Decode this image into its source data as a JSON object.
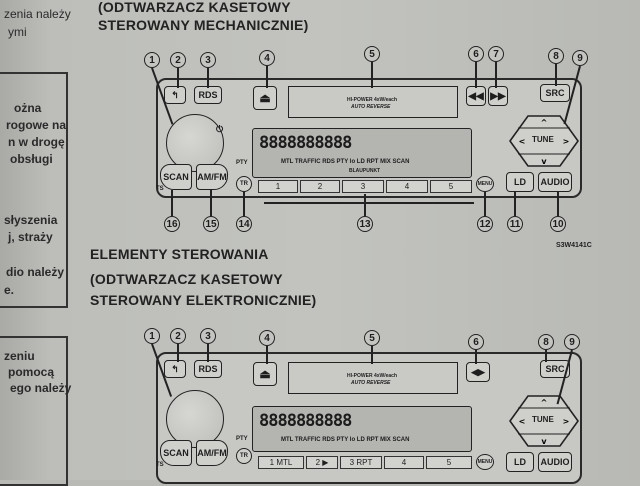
{
  "left_column": {
    "lines": [
      "zenia należy",
      "ymi",
      "ożna",
      "rogowe na",
      "n w drogę",
      "obsługi",
      "słyszenia",
      "j, straży",
      "dio należy",
      "e.",
      "zeniu",
      "pomocą",
      "ego należy"
    ]
  },
  "diagram1": {
    "heading_line1": "(ODTWARZACZ KASETOWY",
    "heading_line2": "STEROWANY MECHANICZNIE)",
    "code": "S3W4141C"
  },
  "diagram2": {
    "heading_line1": "ELEMENTY STEROWANIA",
    "heading_line2": "(ODTWARZACZ KASETOWY",
    "heading_line3": "STEROWANY ELEKTRONICZNIE)"
  },
  "callouts_top": [
    "1",
    "2",
    "3",
    "4",
    "5",
    "6",
    "7",
    "8",
    "9"
  ],
  "callouts_bottom": [
    "16",
    "15",
    "14",
    "13",
    "12",
    "11",
    "10"
  ],
  "callouts_d2": [
    "1",
    "2",
    "3",
    "4",
    "5",
    "6",
    "8",
    "9"
  ],
  "radio": {
    "rds": "RDS",
    "src": "SRC",
    "scan": "SCAN",
    "amfm": "AM/FM",
    "tr": "TR",
    "pty": "PTY",
    "ts": "TS",
    "menu": "MENU",
    "ld": "LD",
    "audio": "AUDIO",
    "tune": "TUNE",
    "slot_line1": "HI-POWER 4xW/each",
    "slot_line2": "AUTO REVERSE",
    "segments": "8888888888",
    "indicators": "MTL  TRAFFIC RDS  PTY  lo  LD  RPT  MIX  SCAN",
    "brand": "BLAUPUNKT",
    "presets": [
      "1",
      "2",
      "3",
      "4",
      "5"
    ],
    "presets_d2": [
      "1  MTL",
      "2  ▶",
      "3  RPT",
      "4",
      "5"
    ]
  }
}
